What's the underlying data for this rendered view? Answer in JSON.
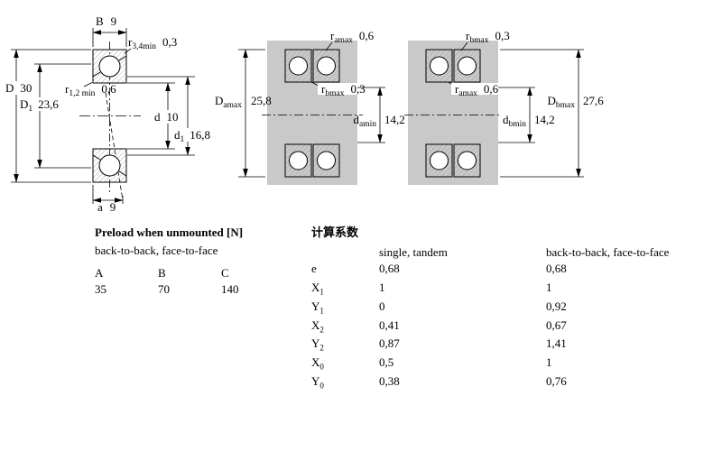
{
  "colors": {
    "housing_gray": "#c9c9c9"
  },
  "drawing": {
    "left": {
      "B": {
        "b": "B",
        "v": "9"
      },
      "r34": {
        "b": "r",
        "s": "3,4min",
        "v": "0,3"
      },
      "D": {
        "b": "D",
        "v": "30"
      },
      "D1": {
        "b": "D",
        "s": "1",
        "v": "23,6"
      },
      "r12": {
        "b": "r",
        "s": "1,2 min",
        "v": "0,6"
      },
      "d": {
        "b": "d",
        "v": "10"
      },
      "d1": {
        "b": "d",
        "s": "1",
        "v": "16,8"
      },
      "a": {
        "b": "a",
        "v": "9"
      }
    },
    "pairA": {
      "r_top": {
        "b": "r",
        "s": "amax",
        "v": "0,6"
      },
      "D_side": {
        "b": "D",
        "s": "amax",
        "v": "25,8"
      },
      "r_mid": {
        "b": "r",
        "s": "bmax",
        "v": "0,3"
      },
      "d_mid": {
        "b": "d",
        "s": "amin",
        "v": "14,2"
      }
    },
    "pairB": {
      "r_top": {
        "b": "r",
        "s": "bmax",
        "v": "0,3"
      },
      "r_mid": {
        "b": "r",
        "s": "amax",
        "v": "0,6"
      },
      "D_side": {
        "b": "D",
        "s": "bmax",
        "v": "27,6"
      },
      "d_mid": {
        "b": "d",
        "s": "bmin",
        "v": "14,2"
      }
    }
  },
  "preload": {
    "title": "Preload when unmounted [N]",
    "subtitle": "back-to-back, face-to-face",
    "headers": [
      "A",
      "B",
      "C"
    ],
    "values": [
      "35",
      "70",
      "140"
    ]
  },
  "factors": {
    "title": "计算系数",
    "col1": "single, tandem",
    "col2": "back-to-back, face-to-face",
    "rows": [
      {
        "b": "e",
        "s": "",
        "v1": "0,68",
        "v2": "0,68"
      },
      {
        "b": "X",
        "s": "1",
        "v1": "1",
        "v2": "1"
      },
      {
        "b": "Y",
        "s": "1",
        "v1": "0",
        "v2": "0,92"
      },
      {
        "b": "X",
        "s": "2",
        "v1": "0,41",
        "v2": "0,67"
      },
      {
        "b": "Y",
        "s": "2",
        "v1": "0,87",
        "v2": "1,41"
      },
      {
        "b": "X",
        "s": "0",
        "v1": "0,5",
        "v2": "1"
      },
      {
        "b": "Y",
        "s": "0",
        "v1": "0,38",
        "v2": "0,76"
      }
    ]
  }
}
